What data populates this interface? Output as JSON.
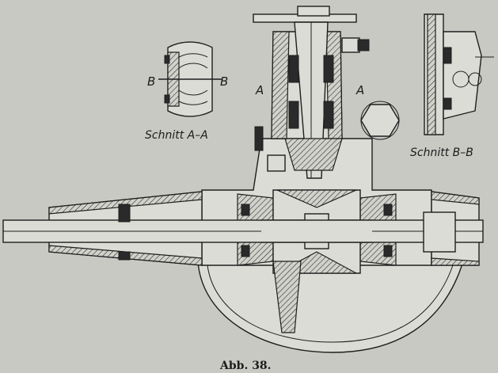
{
  "labels": {
    "section_aa": "Schnitt A–A",
    "section_bb": "Schnitt B–B",
    "marker_a_left": "A",
    "marker_a_right": "A",
    "marker_b_left": "B",
    "marker_b_right": "B",
    "caption": "Abb. 38."
  }
}
